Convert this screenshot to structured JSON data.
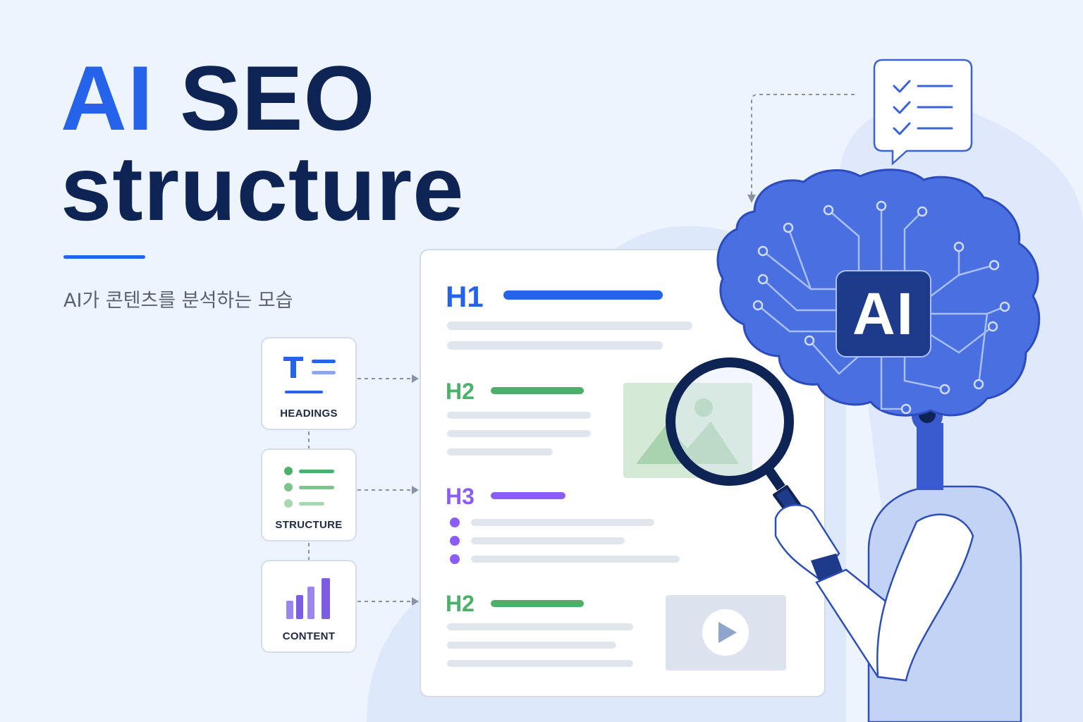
{
  "hero": {
    "title_accent": "AI",
    "title_rest": " SEO",
    "title_line_2": "structure",
    "subtitle": "AI가 콘텐츠를 분석하는 모습"
  },
  "feature_cards": [
    {
      "label": "HEADINGS",
      "icon": "headings-icon",
      "color": "#2563eb"
    },
    {
      "label": "STRUCTURE",
      "icon": "list-icon",
      "color": "#4caf50"
    },
    {
      "label": "CONTENT",
      "icon": "bar-chart-icon",
      "color": "#7c5ce0"
    }
  ],
  "document": {
    "headings": [
      {
        "tag": "H1",
        "color": "#2563eb"
      },
      {
        "tag": "H2",
        "color": "#4caf6a"
      },
      {
        "tag": "H3",
        "color": "#8b5cf6"
      },
      {
        "tag": "H2",
        "color": "#4caf6a"
      }
    ],
    "media": [
      "image-placeholder-icon",
      "video-play-icon"
    ]
  },
  "ai_chip": {
    "label": "AI"
  },
  "icons": [
    "checklist-speech-bubble-icon",
    "brain-circuit-icon",
    "magnifying-glass-icon",
    "robot-arm-icon"
  ],
  "colors": {
    "background": "#eef4fd",
    "title_dark": "#0d2454",
    "accent_blue": "#2563eb",
    "green": "#4caf6a",
    "purple": "#8b5cf6",
    "brain_blue": "#4a6fe0"
  }
}
